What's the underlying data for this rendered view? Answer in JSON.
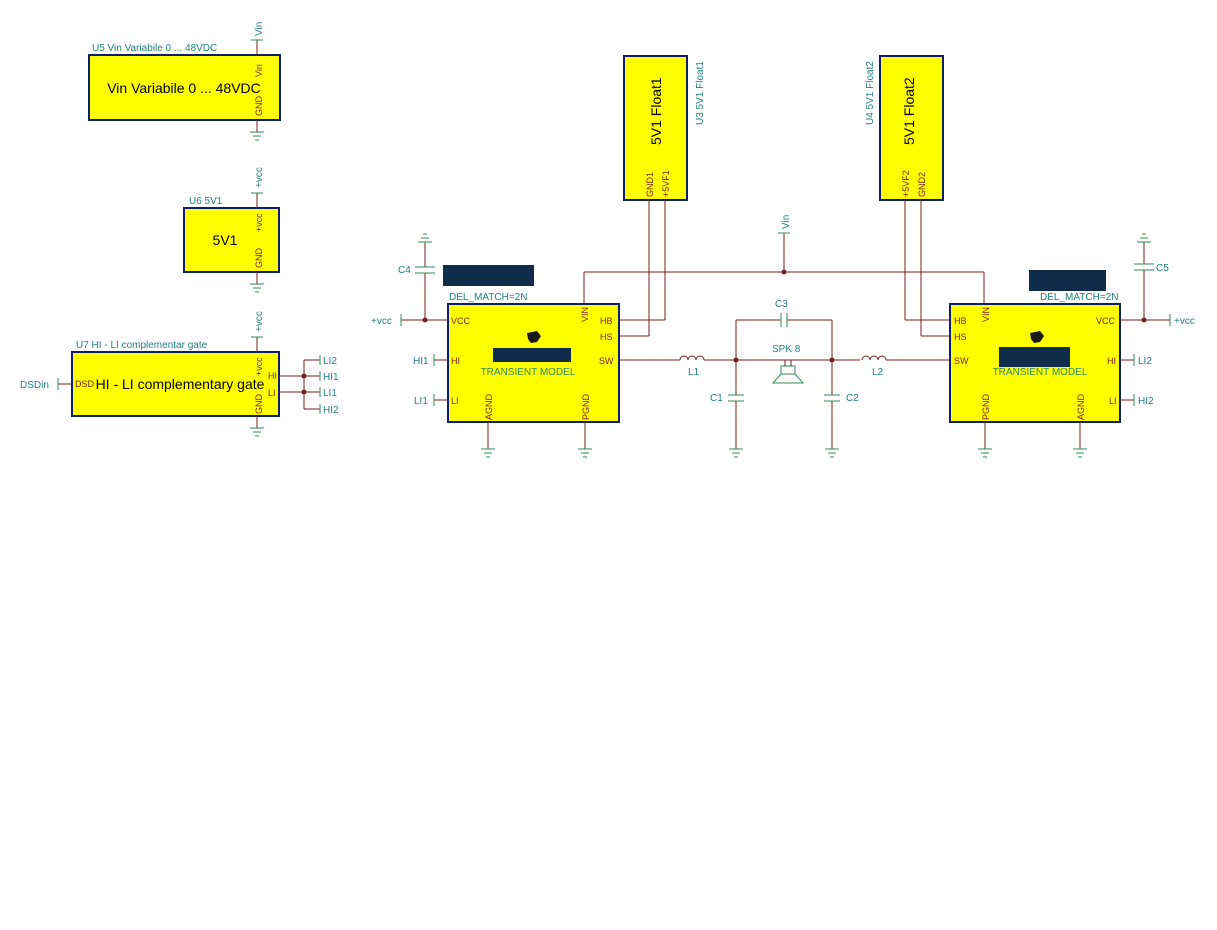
{
  "parts": {
    "u5": {
      "label": "U5 Vin Variabile 0 ... 48VDC",
      "body": "Vin Variabile 0 ... 48VDC",
      "pin_vin": "Vin",
      "pin_gnd": "GND",
      "net_top": "Vin"
    },
    "u6": {
      "label": "U6 5V1",
      "body": "5V1",
      "pin_vcc": "+vcc",
      "pin_gnd": "GND",
      "net_top": "+vcc"
    },
    "u7": {
      "label": "U7 HI - LI complementar gate",
      "body": "HI - LI complementary gate",
      "pin_vcc": "+vcc",
      "pin_gnd": "GND",
      "pin_dsd": "DSD",
      "pin_hi": "HI",
      "pin_li": "LI",
      "net_top": "+vcc",
      "net_dsd": "DSDin",
      "out_li2": "LI2",
      "out_hi1": "HI1",
      "out_li1": "LI1",
      "out_hi2": "HI2"
    },
    "u3": {
      "label": "U3 5V1 Float1",
      "body": "5V1 Float1",
      "pin_gnd": "GND1",
      "pin_vf": "+5VF1"
    },
    "u4": {
      "label": "U4 5V1 Float2",
      "body": "5V1 Float2",
      "pin_vf": "+5VF2",
      "pin_gnd": "GND2"
    },
    "driver_left": {
      "param": "DEL_MATCH=2N",
      "model": "TRANSIENT MODEL",
      "pins": {
        "vcc": "VCC",
        "hi": "HI",
        "li": "LI",
        "vin": "VIN",
        "hb": "HB",
        "hs": "HS",
        "sw": "SW",
        "agnd": "AGND",
        "pgnd": "PGND"
      },
      "nets": {
        "vcc": "+vcc",
        "hi": "HI1",
        "li": "LI1"
      }
    },
    "driver_right": {
      "param": "DEL_MATCH=2N",
      "model": "TRANSIENT MODEL",
      "pins": {
        "vcc": "VCC",
        "hi": "HI",
        "li": "LI",
        "vin": "VIN",
        "hb": "HB",
        "hs": "HS",
        "sw": "SW",
        "agnd": "AGND",
        "pgnd": "PGND"
      },
      "nets": {
        "vcc": "+vcc",
        "hi": "LI2",
        "li": "HI2"
      }
    },
    "passives": {
      "c1": "C1",
      "c2": "C2",
      "c3": "C3",
      "c4": "C4",
      "c5": "C5",
      "l1": "L1",
      "l2": "L2",
      "spk": "SPK 8"
    },
    "net_vin_mid": "Vin"
  }
}
